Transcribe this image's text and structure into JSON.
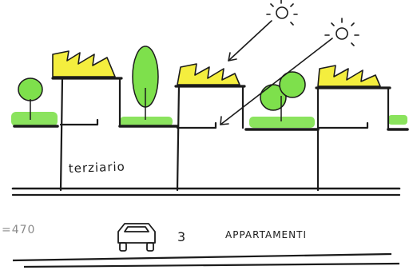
{
  "labels": {
    "building_use": "terziario",
    "height_note": "=470",
    "parking_count": "3",
    "parking_label": "APPARTAMENTI"
  },
  "colors": {
    "ink": "#1b1b1b",
    "green": "#7ee04c",
    "yellow": "#f4ee3e",
    "faint": "#8a8a8a"
  }
}
